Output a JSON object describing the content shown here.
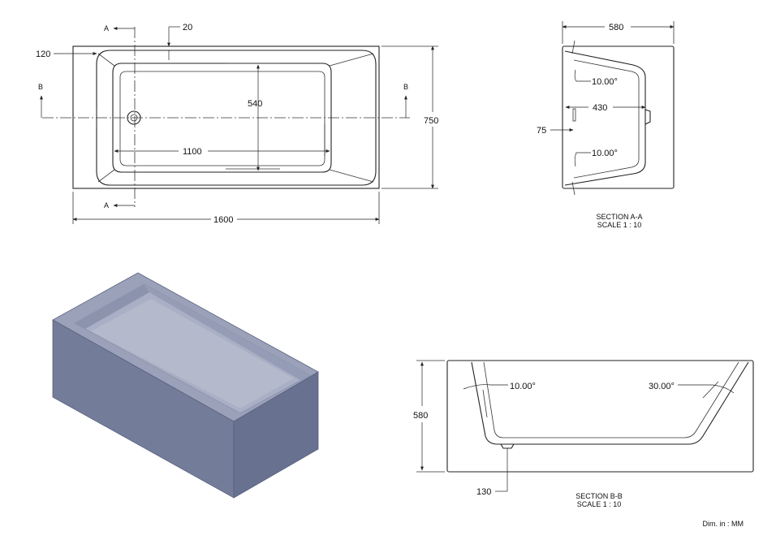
{
  "top_view": {
    "dims": {
      "overall_length": "1600",
      "overall_width": "750",
      "inner_length": "1100",
      "inner_width": "540",
      "rim_top": "20",
      "rim_left": "120"
    },
    "section_markers": {
      "a_top": "A",
      "a_bottom": "A",
      "b_left": "B",
      "b_right": "B"
    }
  },
  "section_aa": {
    "dims": {
      "width": "580",
      "inner": "430",
      "drain_offset": "75",
      "angle_top": "10.00°",
      "angle_bottom": "10.00°"
    },
    "caption_line1": "SECTION A-A",
    "caption_line2": "SCALE 1 : 10"
  },
  "section_bb": {
    "dims": {
      "height": "580",
      "drain": "130",
      "angle_left": "10.00°",
      "angle_right": "30.00°"
    },
    "caption_line1": "SECTION B-B",
    "caption_line2": "SCALE 1 : 10"
  },
  "units_note": "Dim. in : MM",
  "colors": {
    "tub_front": "#6f7895",
    "tub_side": "#7b84a1",
    "tub_top": "#9aa1b9",
    "tub_inner": "#a7adc3",
    "line": "#222222"
  }
}
